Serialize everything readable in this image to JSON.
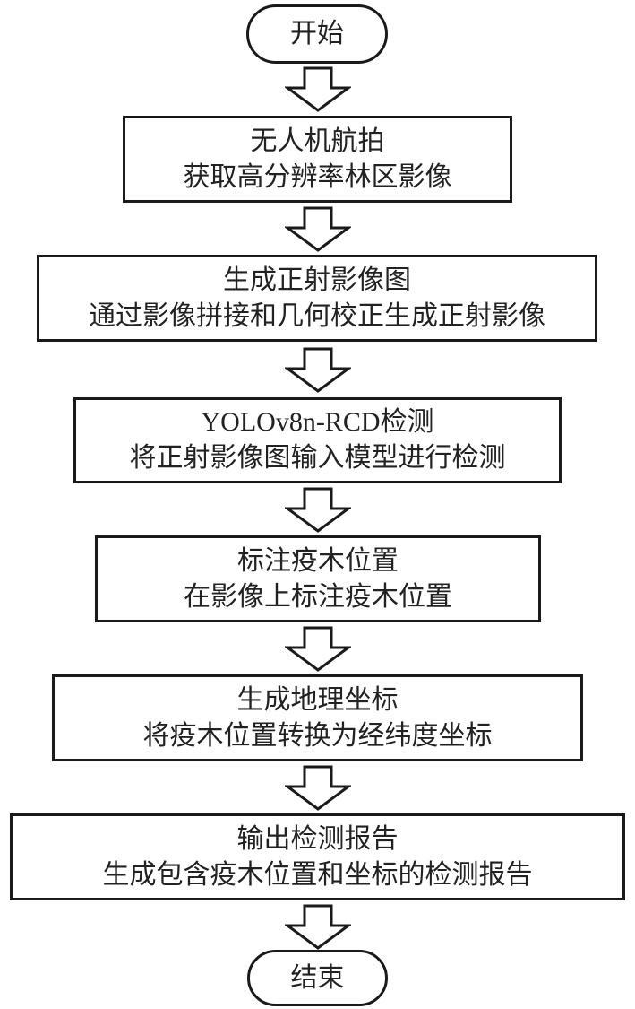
{
  "flowchart": {
    "start": {
      "label": "开始"
    },
    "steps": [
      {
        "title": "无人机航拍",
        "desc": "获取高分辨率林区影像"
      },
      {
        "title": "生成正射影像图",
        "desc": "通过影像拼接和几何校正生成正射影像"
      },
      {
        "title": "YOLOv8n-RCD检测",
        "desc": "将正射影像图输入模型进行检测"
      },
      {
        "title": "标注疫木位置",
        "desc": "在影像上标注疫木位置"
      },
      {
        "title": "生成地理坐标",
        "desc": "将疫木位置转换为经纬度坐标"
      },
      {
        "title": "输出检测报告",
        "desc": "生成包含疫木位置和坐标的检测报告"
      }
    ],
    "end": {
      "label": "结束"
    },
    "arrow_icon": "hollow-down-arrow",
    "line_color": "#1a1a1a"
  }
}
